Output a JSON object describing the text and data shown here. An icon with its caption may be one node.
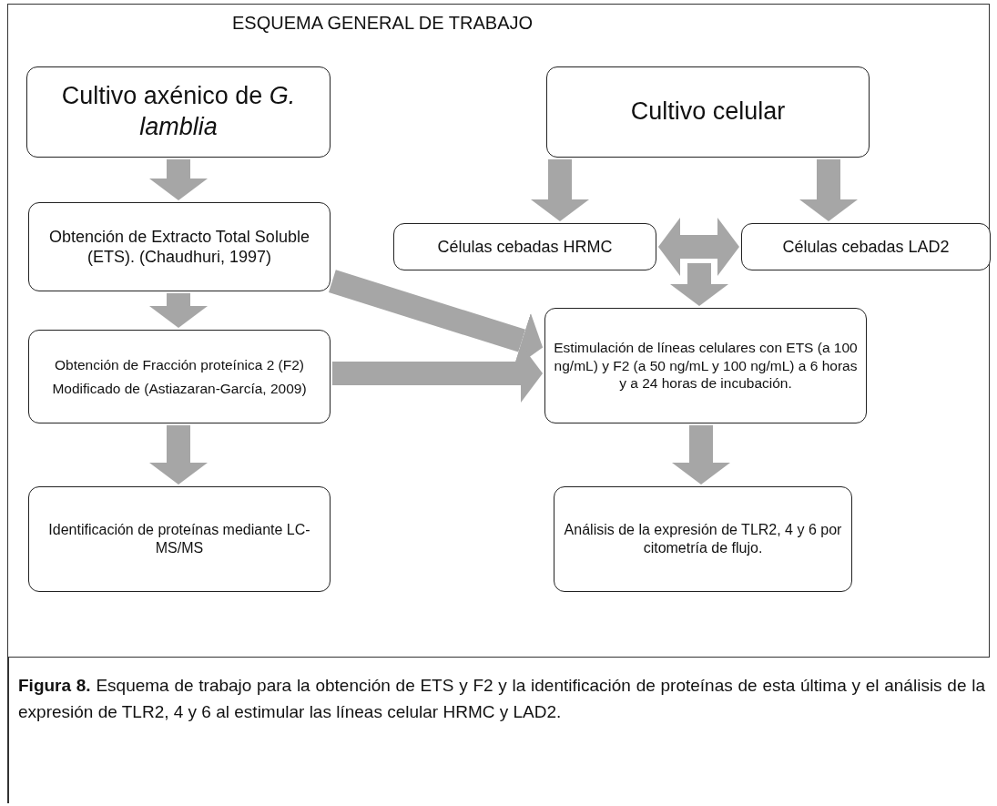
{
  "diagram": {
    "title": "ESQUEMA GENERAL DE TRABAJO",
    "caption": "**Figura 8.** Esquema de trabajo para la obtención de ETS y F2 y la identificación de proteínas de esta última y el análisis de la expresión de TLR2, 4 y 6 al estimular las líneas celular HRMC y LAD2.",
    "nodes": [
      {
        "text": [
          "Cultivo axénico de *G. lamblia*"
        ]
      },
      {
        "text": [
          "Cultivo celular"
        ]
      },
      {
        "text": [
          "Obtención de Extracto Total Soluble (ETS). (Chaudhuri, 1997)"
        ]
      },
      {
        "text": [
          "Células cebadas HRMC"
        ]
      },
      {
        "text": [
          "Células cebadas LAD2"
        ]
      },
      {
        "text": [
          "Estimulación de líneas celulares  con ETS (a 100 ng/mL) y F2 (a 50 ng/mL y 100 ng/mL) a 6 horas y a 24 horas de incubación."
        ]
      },
      {
        "text": [
          "Obtención de Fracción proteínica 2 (F2)",
          "Modificado de (Astiazaran-García, 2009)"
        ]
      },
      {
        "text": [
          "Análisis de la expresión de TLR2, 4 y 6 por citometría de flujo."
        ]
      },
      {
        "text": [
          "Identificación de proteínas mediante LC-MS/MS"
        ]
      }
    ],
    "edges": [
      {
        "from": 0,
        "to": 2,
        "arrow": "to"
      },
      {
        "from": 1,
        "to": 3,
        "arrow": "to"
      },
      {
        "from": 1,
        "to": 4,
        "arrow": "to"
      },
      {
        "from": 3,
        "to": 4,
        "arrow": "both"
      },
      {
        "from": null,
        "to": 5,
        "arrow": "to"
      },
      {
        "from": 2,
        "to": 5,
        "arrow": "to"
      },
      {
        "from": 2,
        "to": 6,
        "arrow": "to"
      },
      {
        "from": 6,
        "to": 5,
        "arrow": "to"
      },
      {
        "from": 5,
        "to": 7,
        "arrow": "to"
      },
      {
        "from": 6,
        "to": 8,
        "arrow": "to"
      }
    ]
  }
}
